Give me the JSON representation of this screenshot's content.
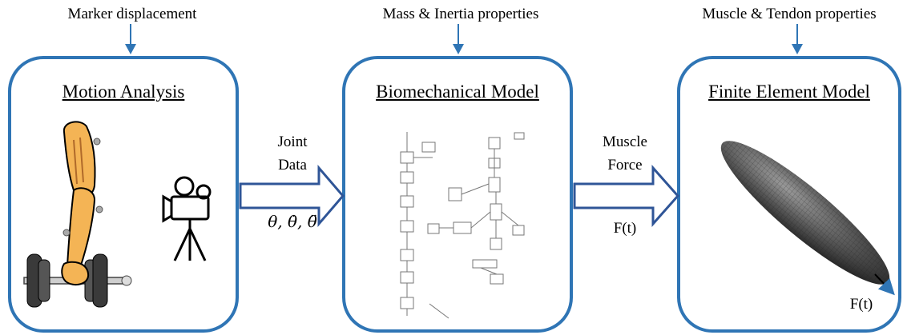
{
  "inputs": {
    "motion": "Marker displacement",
    "bio": "Mass & Inertia properties",
    "fe": "Muscle & Tendon properties"
  },
  "boxes": {
    "motion": "Motion Analysis",
    "bio": "Biomechanical Model",
    "fe": "Finite Element Model"
  },
  "arrow1": {
    "line1": "Joint",
    "line2": "Data",
    "formula": "θ, θ̇, θ̈"
  },
  "arrow2": {
    "line1": "Muscle",
    "line2": "Force",
    "formula": "F(t)"
  },
  "fe_force_label": "F(t)",
  "colors": {
    "accent": "#2f75b5",
    "arrow_fill": "#ffffff"
  }
}
